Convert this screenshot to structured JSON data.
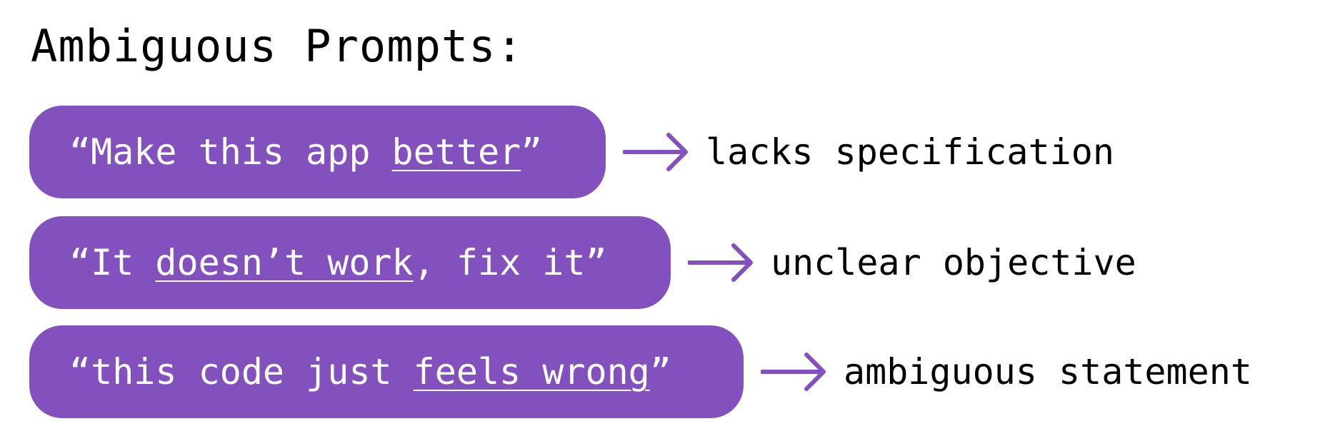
{
  "title": "Ambiguous Prompts:",
  "accent_color": "#8251BE",
  "prompts": [
    {
      "before": "“Make this app ",
      "emphasis": "better",
      "after": "”",
      "issue": "lacks specification"
    },
    {
      "before": "“It ",
      "emphasis": "doesn’t work",
      "after": ", fix it”",
      "issue": "unclear objective"
    },
    {
      "before": "“this code just ",
      "emphasis": "feels wrong",
      "after": "”",
      "issue": "ambiguous statement"
    }
  ]
}
